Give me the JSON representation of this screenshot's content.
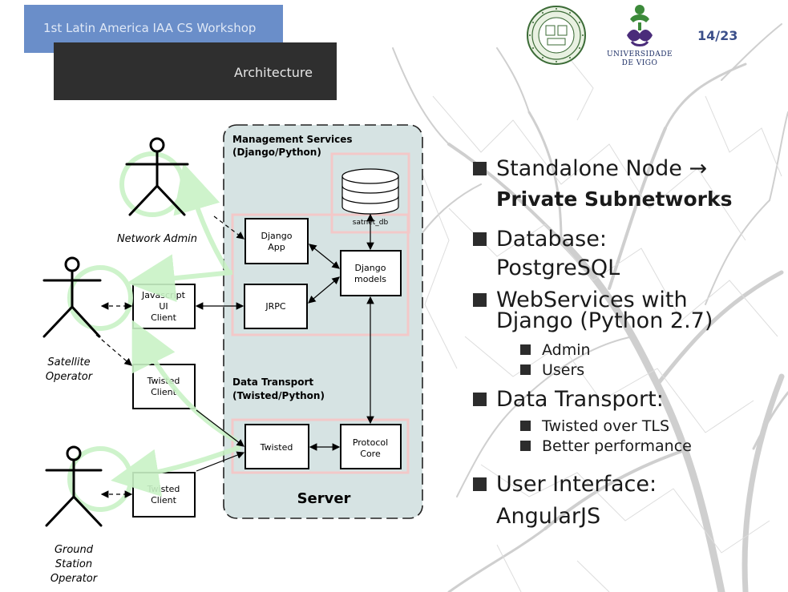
{
  "header": {
    "workshop": "1st Latin America IAA CS Workshop",
    "section": "Architecture",
    "page": "14/23",
    "university_line1": "UNIVERSIDADE",
    "university_line2": "DE VIGO"
  },
  "diagram": {
    "server_label": "Server",
    "mgmt_label_1": "Management Services",
    "mgmt_label_2": "(Django/Python)",
    "transport_label_1": "Data Transport",
    "transport_label_2": "(Twisted/Python)",
    "db_label": "satnet_db",
    "nodes": {
      "django_app_1": "Django",
      "django_app_2": "App",
      "django_models_1": "Django",
      "django_models_2": "models",
      "jrpc": "JRPC",
      "js_client_1": "Javascript",
      "js_client_2": "UI",
      "js_client_3": "Client",
      "twisted_client_a_1": "Twisted",
      "twisted_client_a_2": "Client",
      "twisted_client_b_1": "Twisted",
      "twisted_client_b_2": "Client",
      "twisted": "Twisted",
      "protocol_core_1": "Protocol",
      "protocol_core_2": "Core"
    },
    "actors": {
      "network_admin": "Network Admin",
      "satellite_operator_1": "Satellite",
      "satellite_operator_2": "Operator",
      "ground_1": "Ground",
      "ground_2": "Station",
      "ground_3": "Operator"
    }
  },
  "bullets": {
    "b1_a": "Standalone Node →",
    "b1_b": "Private Subnetworks",
    "b2_a": "Database:",
    "b2_b": "PostgreSQL",
    "b3_a": "WebServices with",
    "b3_b": "Django (Python 2.7)",
    "b3_sub1": "Admin",
    "b3_sub2": "Users",
    "b4_a": "Data Transport:",
    "b4_sub1": "Twisted over TLS",
    "b4_sub2": "Better performance",
    "b5_a": "User Interface:",
    "b5_b": "AngularJS"
  }
}
